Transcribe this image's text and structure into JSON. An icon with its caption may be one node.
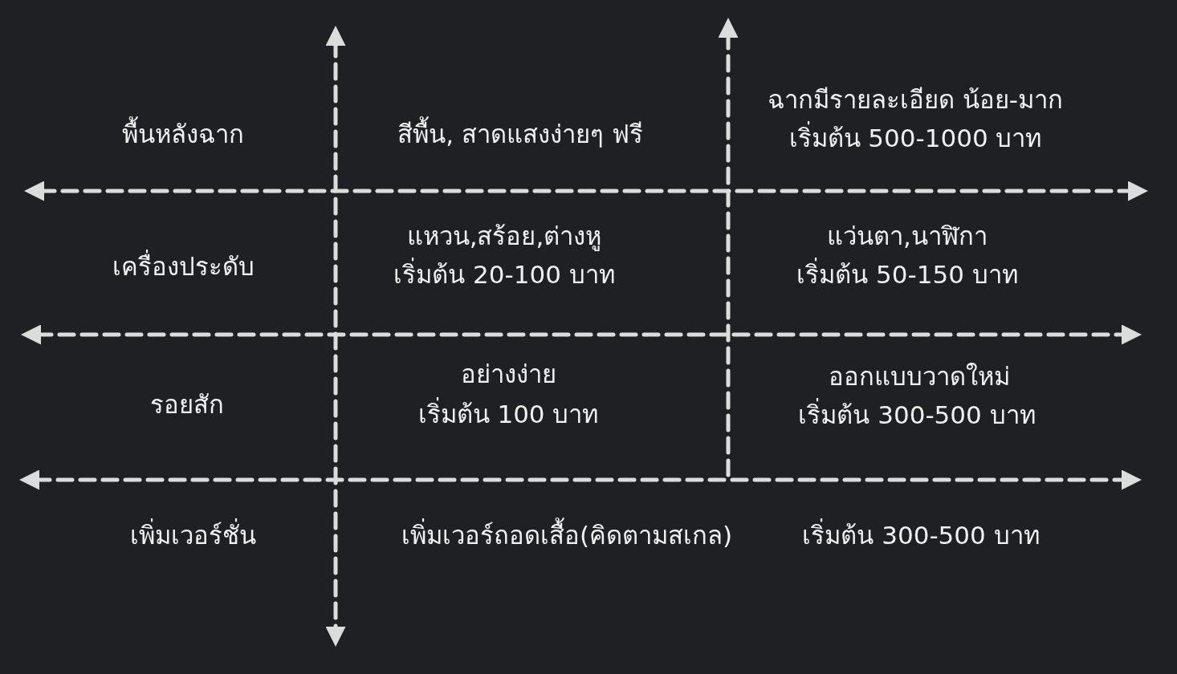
{
  "diagram": {
    "labels": [
      "พื้นหลังฉาก",
      "สีพื้น, สาดแสงง่ายๆ ฟรี",
      "ฉากมีรายละเอียด น้อย-มาก",
      "เริ่มต้น 500-1000 บาท",
      "เครื่องประดับ",
      "แหวน,สร้อย,ต่างหู",
      "เริ่มต้น 20-100 บาท",
      "แว่นตา,นาฬิกา",
      "เริ่มต้น 50-150 บาท",
      "รอยสัก",
      "อย่างง่าย",
      "เริ่มต้น 100 บาท",
      "ออกแบบวาดใหม่",
      "เริ่มต้น 300-500 บาท",
      "เพิ่มเวอร์ชั่น",
      "เพิ่มเวอร์ถอดเสื้อ(คิดตามสเกล)",
      "เริ่มต้น 300-500 บาท"
    ]
  }
}
